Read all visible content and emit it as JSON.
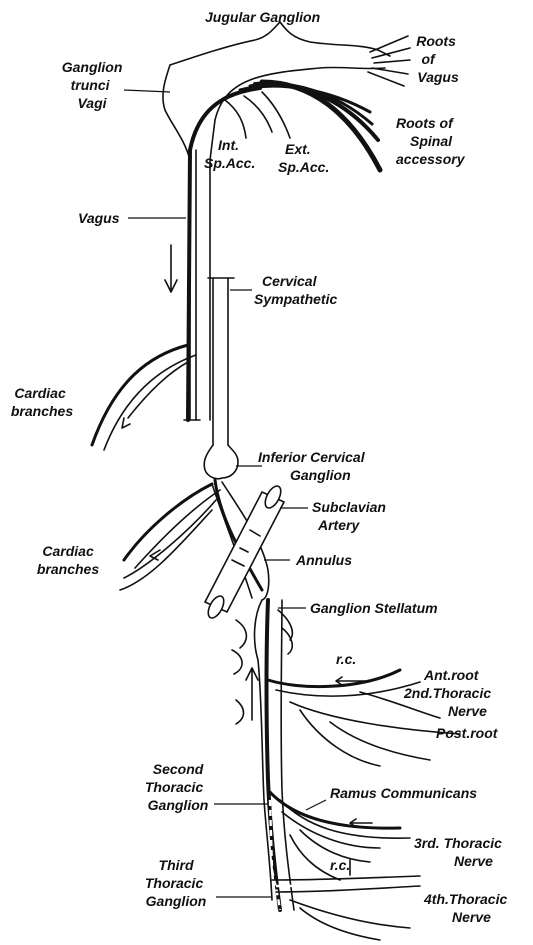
{
  "labels": {
    "jugular_ganglion": "Jugular Ganglion",
    "roots_of_vagus": [
      "Roots",
      "of",
      "Vagus"
    ],
    "ganglion_trunci_vagi": [
      "Ganglion",
      "trunci",
      "Vagi"
    ],
    "roots_spinal_accessory": [
      "Roots of",
      "Spinal",
      "accessory"
    ],
    "int_sp_acc": [
      "Int.",
      "Sp.Acc."
    ],
    "ext_sp_acc": [
      "Ext.",
      "Sp.Acc."
    ],
    "vagus": "Vagus",
    "cervical_sympathetic": [
      "Cervical",
      "Sympathetic"
    ],
    "cardiac_branches_upper": [
      "Cardiac",
      "branches"
    ],
    "inferior_cervical_ganglion": [
      "Inferior Cervical",
      "Ganglion"
    ],
    "subclavian_artery": [
      "Subclavian",
      "Artery"
    ],
    "cardiac_branches_lower": [
      "Cardiac",
      "branches"
    ],
    "annulus": "Annulus",
    "ganglion_stellatum": "Ganglion Stellatum",
    "rc_upper": "r.c.",
    "ant_root": "Ant.root",
    "second_thoracic_nerve": [
      "2nd.Thoracic",
      "Nerve"
    ],
    "post_root": "Post.root",
    "second_thoracic_ganglion": [
      "Second",
      "Thoracic",
      "Ganglion"
    ],
    "ramus_communicans": "Ramus Communicans",
    "third_thoracic_nerve": [
      "3rd. Thoracic",
      "Nerve"
    ],
    "third_thoracic_ganglion": [
      "Third",
      "Thoracic",
      "Ganglion"
    ],
    "rc_lower": "r.c.",
    "fourth_thoracic_nerve": [
      "4th.Thoracic",
      "Nerve"
    ]
  },
  "colors": {
    "ink": "#111111",
    "paper": "#ffffff"
  }
}
